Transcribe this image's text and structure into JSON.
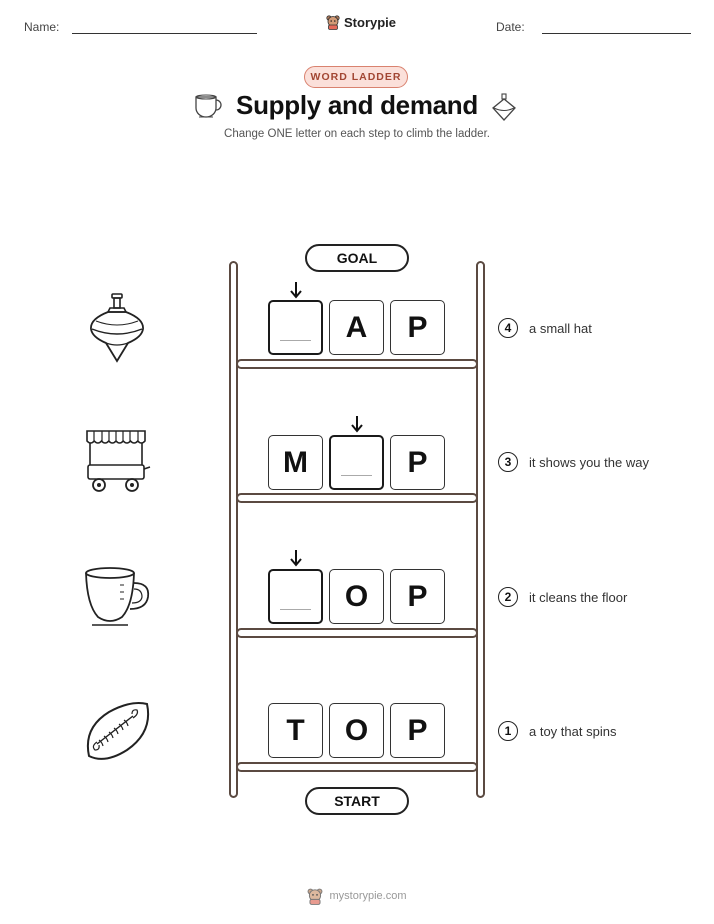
{
  "header": {
    "name_label": "Name:",
    "date_label": "Date:",
    "brand": "Storypie"
  },
  "badge": "WORD LADDER",
  "title": "Supply and demand",
  "subtitle": "Change ONE letter on each step to climb the ladder.",
  "goal_label": "GOAL",
  "start_label": "START",
  "steps": [
    {
      "number": "4",
      "clue": "a small hat",
      "letters": [
        "",
        "A",
        "P"
      ],
      "icon": "spinning-top-icon"
    },
    {
      "number": "3",
      "clue": "it shows you the way",
      "letters": [
        "M",
        "",
        "P"
      ],
      "icon": "market-cart-icon"
    },
    {
      "number": "2",
      "clue": "it cleans the floor",
      "letters": [
        "",
        "O",
        "P"
      ],
      "icon": "cup-icon"
    },
    {
      "number": "1",
      "clue": "a toy that spins",
      "letters": [
        "T",
        "O",
        "P"
      ],
      "icon": "football-icon"
    }
  ],
  "footer": "mystorypie.com"
}
